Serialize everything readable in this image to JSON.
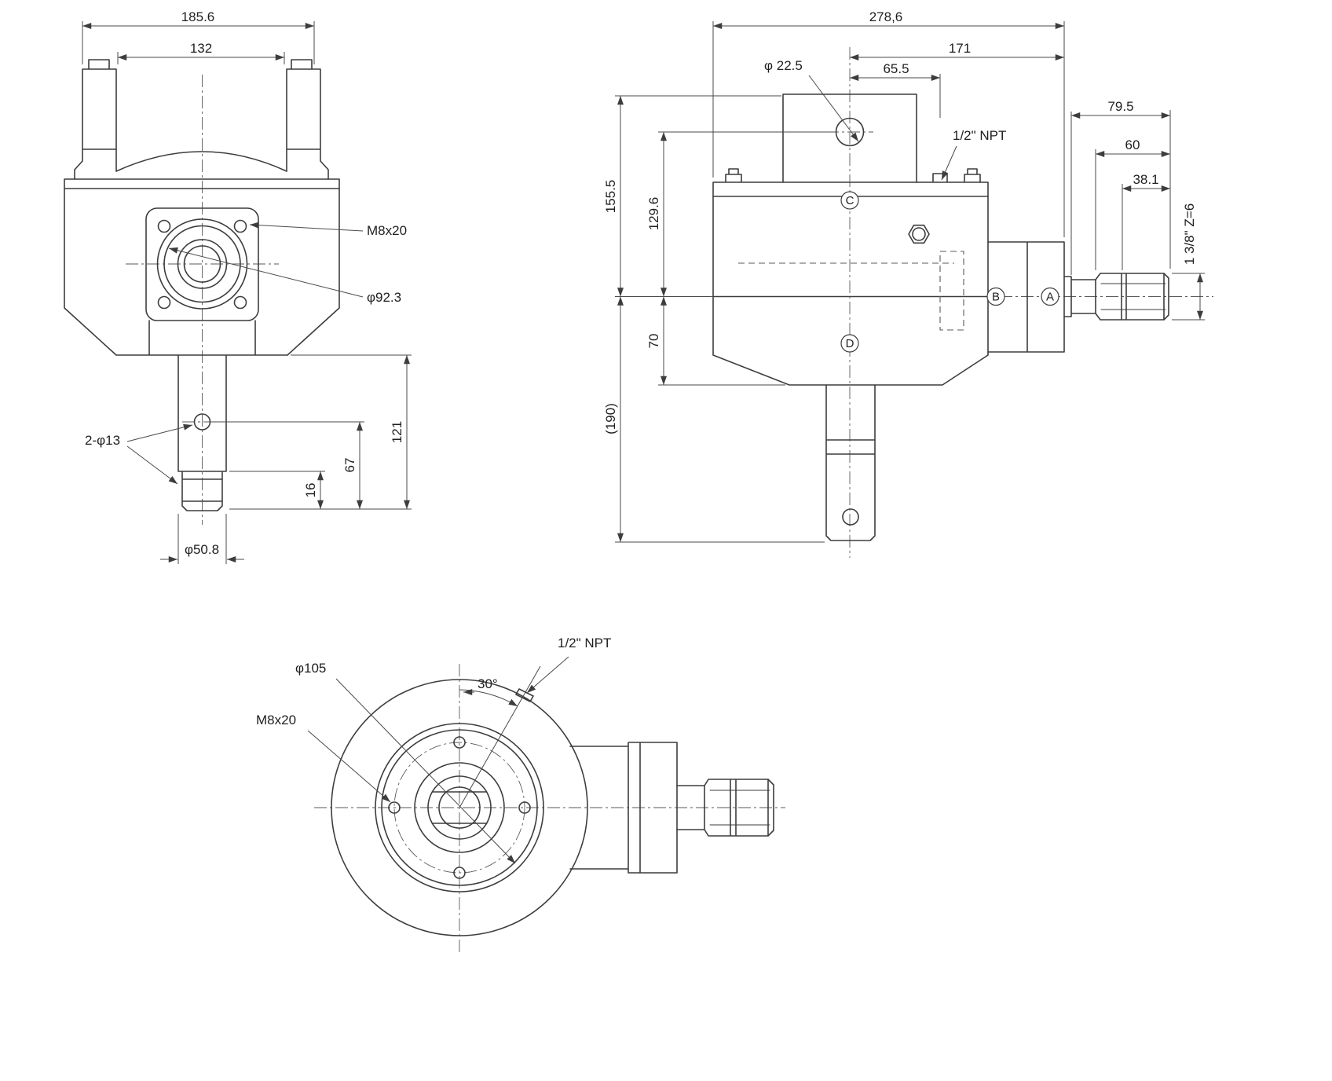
{
  "meta": {
    "drawing_type": "gearbox technical drawing, three orthographic views",
    "line_color": "#3d3d3d",
    "text_color": "#1f1f1f",
    "background": "#ffffff"
  },
  "front": {
    "overall_width": "185.6",
    "inner_width": "132",
    "bolt_label": "M8x20",
    "flange_dia": "φ92.3",
    "hole_label": "2-φ13",
    "shaft_len": "121",
    "hole_pos": "67",
    "spline_len": "16",
    "shaft_dia": "φ50.8"
  },
  "side": {
    "overall_width": "278,6",
    "w171": "171",
    "w65_5": "65.5",
    "hole_dia": "φ 22.5",
    "npt": "1/2\" NPT",
    "w79_5": "79.5",
    "w60": "60",
    "w38_1": "38.1",
    "spline_spec": "1 3/8\" Z=6",
    "h155_5": "155.5",
    "h129_6": "129.6",
    "h70": "70",
    "h190": "(190)",
    "pt_a": "A",
    "pt_b": "B",
    "pt_c": "C",
    "pt_d": "D"
  },
  "bottom": {
    "flange_dia": "φ105",
    "bolt_label": "M8x20",
    "npt": "1/2\" NPT",
    "angle": "30°"
  }
}
